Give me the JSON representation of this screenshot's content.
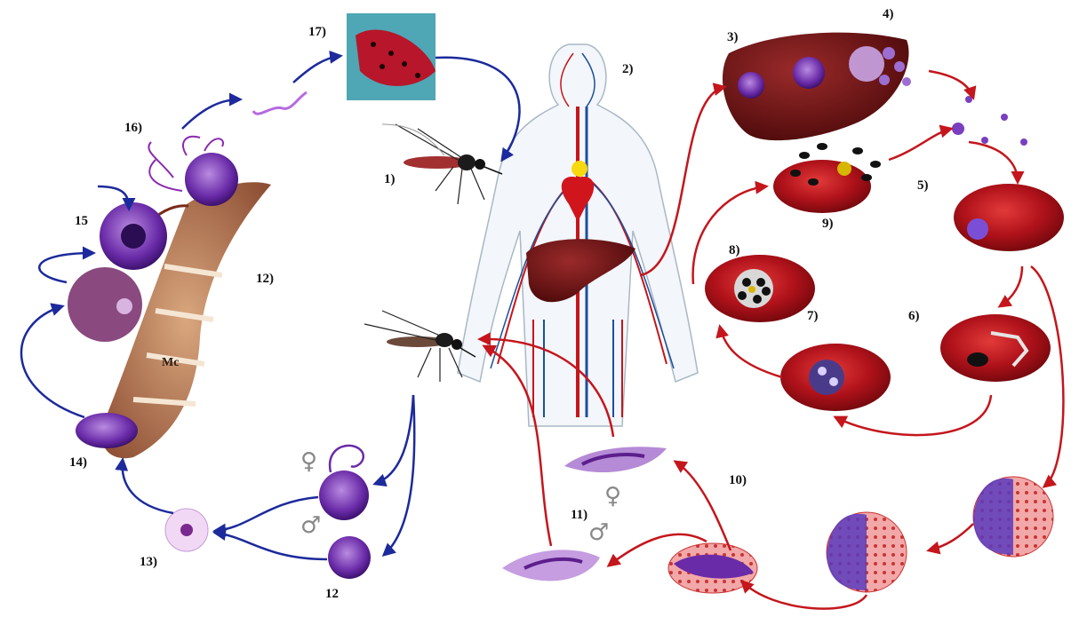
{
  "labels": {
    "l1": "1)",
    "l2": "2)",
    "l3": "3)",
    "l4": "4)",
    "l5": "5)",
    "l6": "6)",
    "l7": "7)",
    "l8": "8)",
    "l9": "9)",
    "l10": "10)",
    "l11": "11)",
    "l12_top": "12)",
    "l12_bottom": "12",
    "l13": "13)",
    "l14": "14)",
    "l15": "15",
    "l16": "16)",
    "l17": "17)"
  },
  "gut_wall_text": "Mc",
  "symbols": {
    "female": "♀",
    "male": "♂"
  },
  "colors": {
    "mosquito_cycle_arrow": "#1c2a9c",
    "human_cycle_arrow": "#c4161c",
    "rbc": "#b0121a",
    "liver": "#6e1112",
    "parasite": "#6a2ba8"
  }
}
